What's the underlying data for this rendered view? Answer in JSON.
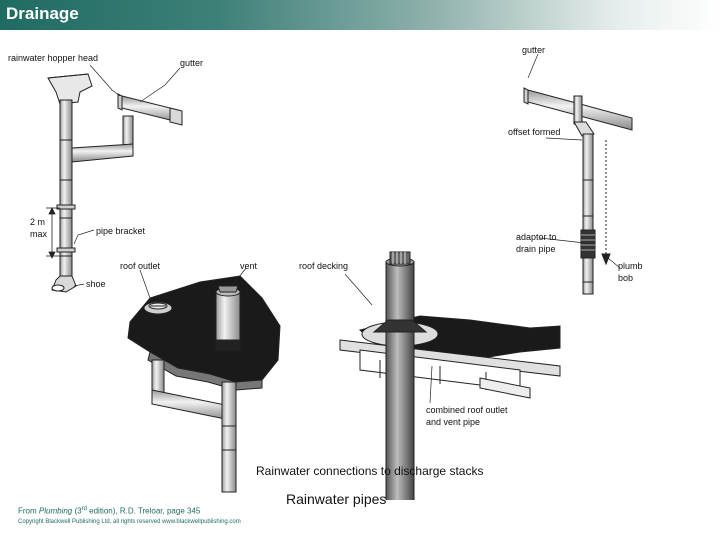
{
  "header": {
    "title": "Drainage",
    "accent": "#1f6b62"
  },
  "labels": {
    "rainwater_hopper_head": "rainwater hopper head",
    "gutter_left": "gutter",
    "gutter_right": "gutter",
    "offset_formed": "offset formed",
    "two_m_line1": "2 m",
    "two_m_line2": "max",
    "pipe_bracket": "pipe bracket",
    "adaptor_line1": "adaptor to",
    "adaptor_line2": "drain pipe",
    "roof_outlet": "roof outlet",
    "vent": "vent",
    "roof_decking": "roof decking",
    "plumb_line1": "plumb",
    "plumb_line2": "bob",
    "shoe": "shoe",
    "combined_line1": "combined roof outlet",
    "combined_line2": "and vent pipe"
  },
  "captions": {
    "connections": "Rainwater connections to discharge stacks",
    "main": "Rainwater pipes"
  },
  "source": {
    "prefix": "From ",
    "book": "Plumbing",
    "edition_open": " (3",
    "edition_sup": "rd",
    "edition_rest": " edition), R.D. Treloar, page 345",
    "copyright": "Copyright Blackwell Publishing Ltd, all rights reserved  www.blackwellpublishing.com"
  }
}
